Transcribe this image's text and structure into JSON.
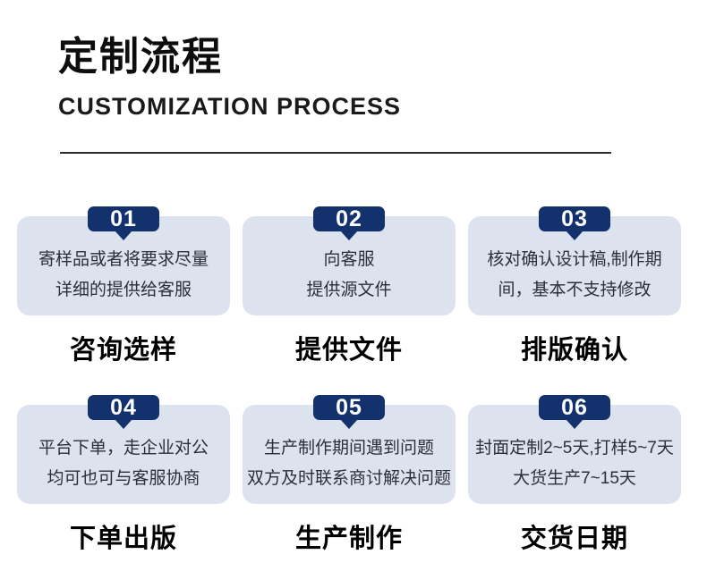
{
  "header": {
    "title": "定制流程",
    "subtitle": "CUSTOMIZATION PROCESS"
  },
  "colors": {
    "badge_navy": "#13316d",
    "card_background": "#dce3ef",
    "title_black": "#0d0d0d",
    "body_text": "#2b2f36"
  },
  "steps": [
    {
      "number": "01",
      "lines": [
        "寄样品或者将要求尽量",
        "详细的提供给客服"
      ],
      "title": "咨询选样"
    },
    {
      "number": "02",
      "lines": [
        "向客服",
        "提供源文件"
      ],
      "title": "提供文件"
    },
    {
      "number": "03",
      "lines": [
        "核对确认设计稿,制作期",
        "间，基本不支持修改"
      ],
      "title": "排版确认"
    },
    {
      "number": "04",
      "lines": [
        "平台下单，走企业对公",
        "均可也可与客服协商"
      ],
      "title": "下单出版"
    },
    {
      "number": "05",
      "lines": [
        "生产制作期间遇到问题",
        "双方及时联系商讨解决问题"
      ],
      "title": "生产制作"
    },
    {
      "number": "06",
      "lines": [
        "封面定制2~5天,打样5~7天",
        "大货生产7~15天"
      ],
      "title": "交货日期"
    }
  ]
}
